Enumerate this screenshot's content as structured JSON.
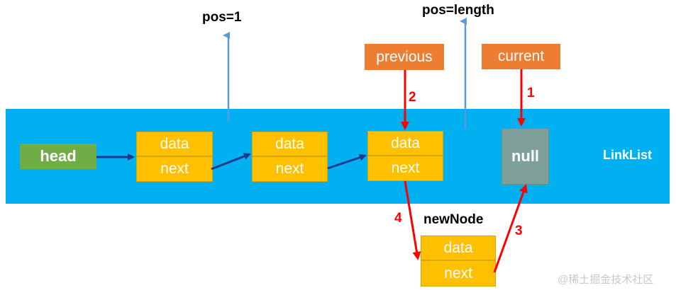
{
  "linklist_label": "LinkList",
  "head_label": "head",
  "nodes": [
    {
      "data_label": "data",
      "next_label": "next"
    },
    {
      "data_label": "data",
      "next_label": "next"
    },
    {
      "data_label": "data",
      "next_label": "next"
    }
  ],
  "null_label": "null",
  "new_node": {
    "title": "newNode",
    "data_label": "data",
    "next_label": "next"
  },
  "pointers": {
    "previous": "previous",
    "current": "current"
  },
  "positions": {
    "pos_first": "pos=1",
    "pos_last": "pos=length"
  },
  "steps": {
    "s1": "1",
    "s2": "2",
    "s3": "3",
    "s4": "4"
  },
  "watermark": "@稀土掘金技术社区",
  "colors": {
    "band": "#00b0f0",
    "node": "#ffc000",
    "head": "#70ad47",
    "null": "#7f9f9a",
    "pointer_tag": "#ed7d31",
    "step_arrow": "#ff0000",
    "link_arrow": "#1f3a8c",
    "pos_arrow": "#5b9bd5"
  }
}
